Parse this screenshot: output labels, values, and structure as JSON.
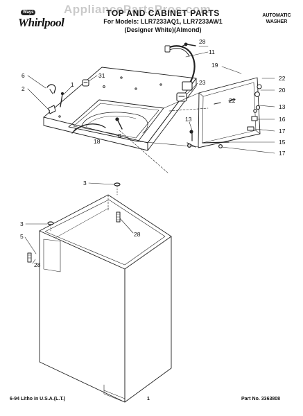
{
  "brand": {
    "badge": "Ways",
    "name": "Whirlpool"
  },
  "title": {
    "line1": "TOP AND CABINET PARTS",
    "line2": "For Models: LLR7233AQ1, LLR7233AW1",
    "line3": "(Designer White)(Almond)"
  },
  "watermark": "AppliancePartsPros.com",
  "product_type": {
    "line1": "AUTOMATIC",
    "line2": "WASHER"
  },
  "footer": {
    "left": "6-94 Litho in U.S.A.(L.T.)",
    "page": "1",
    "part_number": "Part No. 3363808"
  },
  "callouts": {
    "c28_top": "28",
    "c11": "11",
    "c19": "19",
    "c22_top": "22",
    "c20": "20",
    "c22_mid": "22",
    "c13_right": "13",
    "c16": "16",
    "c17_a": "17",
    "c15": "15",
    "c17_b": "17",
    "c13_left": "13",
    "c23": "23",
    "c6": "6",
    "c31": "31",
    "c2": "2",
    "c1": "1",
    "c8": "8",
    "c18": "18",
    "c3_top": "3",
    "c28_mid": "28",
    "c3_left": "3",
    "c5": "5",
    "c28_low": "28"
  }
}
